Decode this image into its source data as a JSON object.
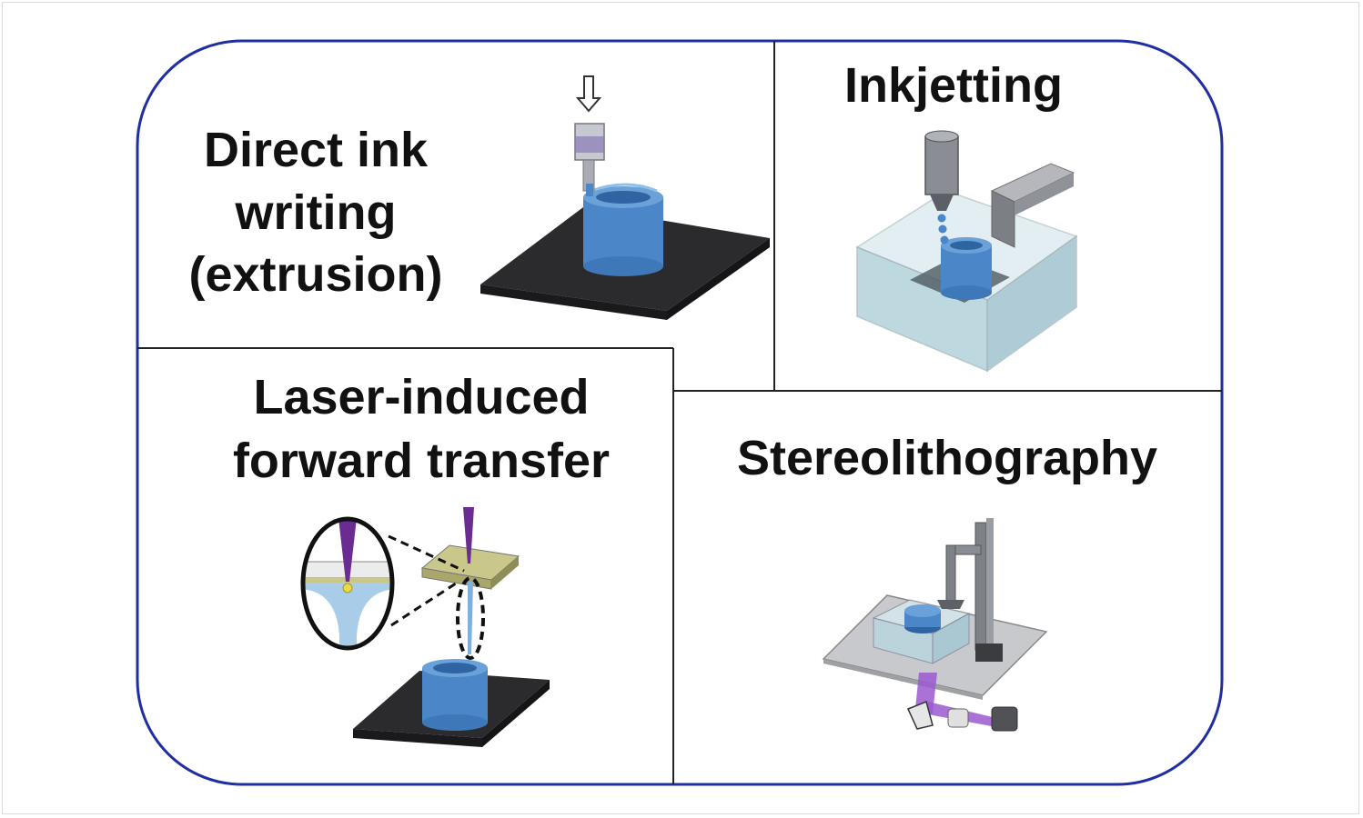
{
  "panels": {
    "direct_ink": {
      "line1": "Direct ink",
      "line2": "writing",
      "line3": "(extrusion)"
    },
    "inkjet": {
      "title": "Inkjetting"
    },
    "lift": {
      "line1": "Laser-induced",
      "line2": "forward transfer"
    },
    "sla": {
      "title": "Stereolithography"
    }
  },
  "colors": {
    "border": "#1f2fa3",
    "divider": "#222222",
    "part_blue": "#4a86c8",
    "part_blue_dark": "#2f64a3",
    "platform": "#2b2b2e",
    "laser": "#6a2c91",
    "uv_beam": "#9b59d0",
    "vat": "#b9d7df",
    "ribbon": "#c9c78a"
  },
  "icons": [
    "down-arrow-icon",
    "extrusion-nozzle-icon",
    "inkjet-printhead-icon",
    "laser-beam-icon",
    "magnifier-ellipse-icon",
    "uv-light-source-icon"
  ]
}
